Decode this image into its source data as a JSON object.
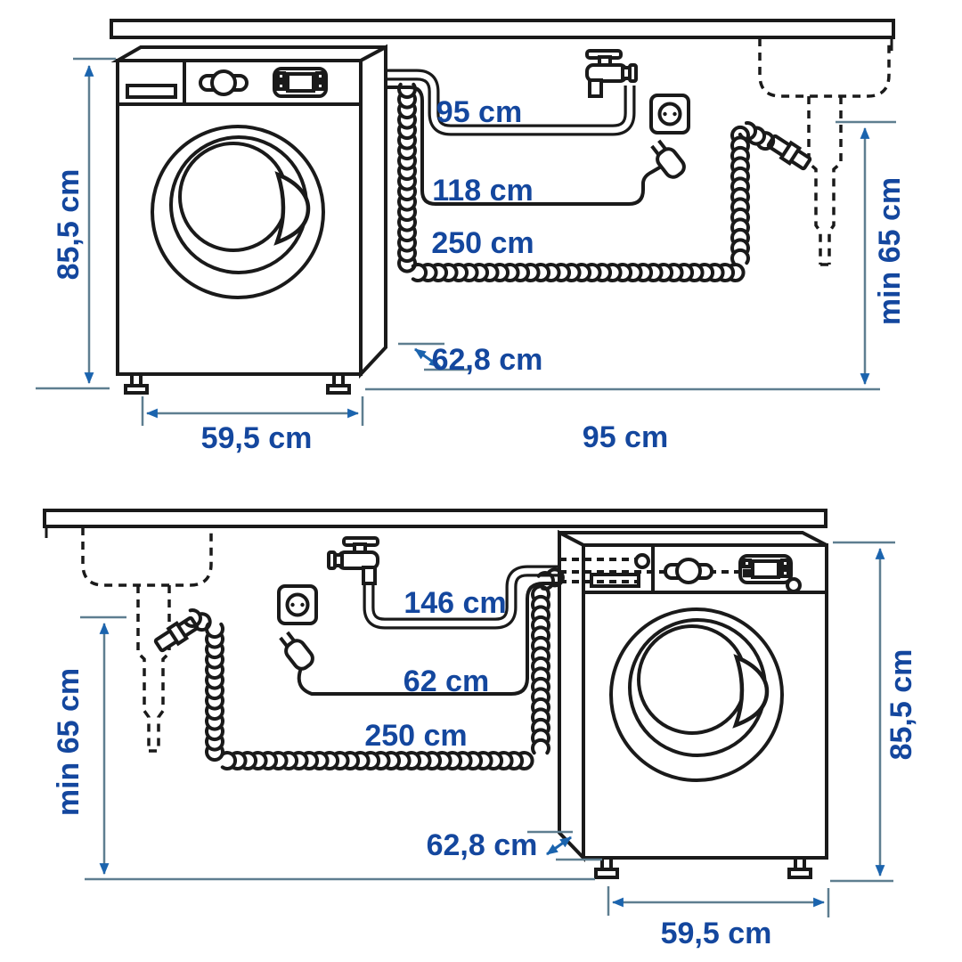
{
  "colors": {
    "line": "#1a1a1a",
    "label_text": "#14479e",
    "dimension_line": "#5e7e90",
    "arrow": "#1b64ae",
    "background": "#ffffff"
  },
  "fig_top": {
    "labels": {
      "height": "85,5 cm",
      "width": "59,5 cm",
      "depth": "62,8 cm",
      "supply_hose": "95 cm",
      "power_cord": "118 cm",
      "drain_hose": "250 cm",
      "sink_distance": "95 cm",
      "drain_min_height": "min 65 cm"
    }
  },
  "fig_bottom": {
    "labels": {
      "height": "85,5 cm",
      "width": "59,5 cm",
      "depth": "62,8 cm",
      "supply_hose": "146 cm",
      "power_cord": "62 cm",
      "drain_hose": "250 cm",
      "drain_min_height": "min 65 cm"
    }
  }
}
